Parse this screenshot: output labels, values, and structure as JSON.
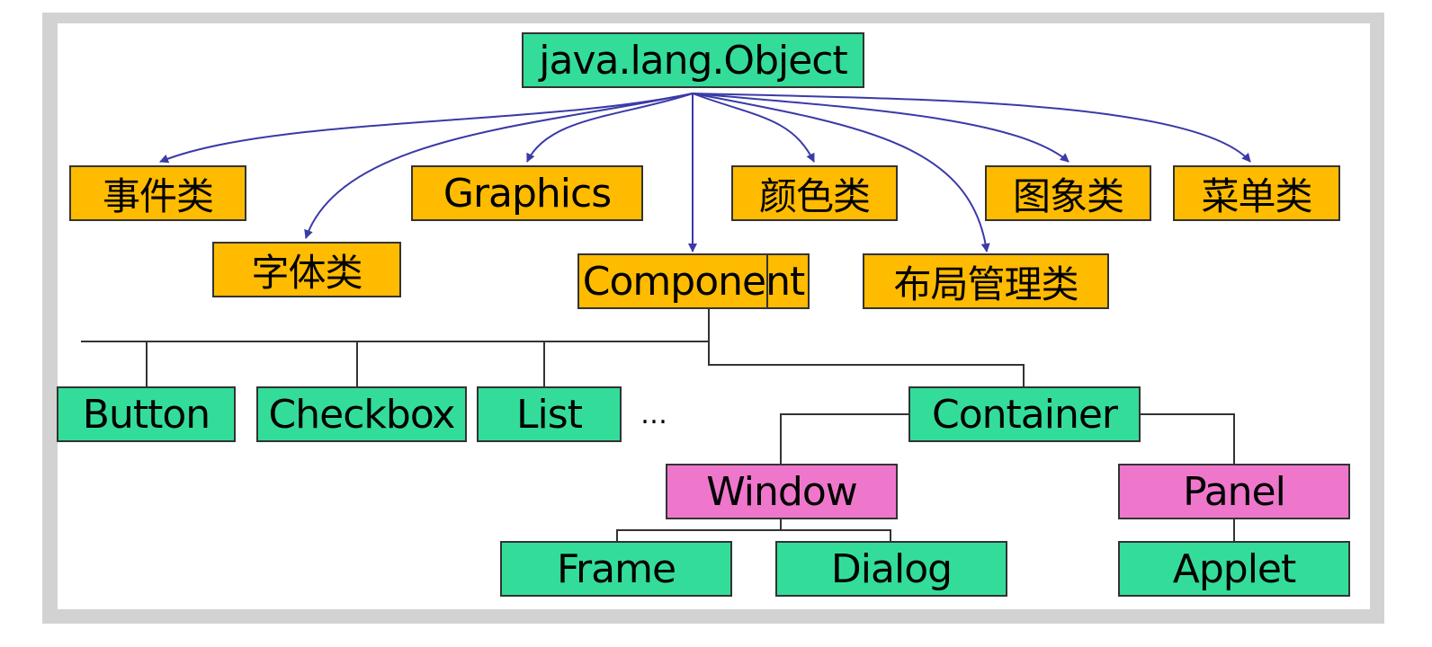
{
  "diagram": {
    "nodes": {
      "object": "java.lang.Object",
      "event": "事件类",
      "font": "字体类",
      "graphics": "Graphics",
      "component": "Component",
      "color": "颜色类",
      "layout": "布局管理类",
      "image": "图象类",
      "menu": "菜单类",
      "button": "Button",
      "checkbox": "Checkbox",
      "list": "List",
      "container": "Container",
      "window": "Window",
      "panel": "Panel",
      "frame": "Frame",
      "dialog": "Dialog",
      "applet": "Applet"
    },
    "ellipsis": "…",
    "colors": {
      "green_node": "#33dd99",
      "orange_node": "#ffbb00",
      "pink_node": "#ee77cc",
      "arrow": "#3a3aa8",
      "line": "#333333"
    }
  }
}
